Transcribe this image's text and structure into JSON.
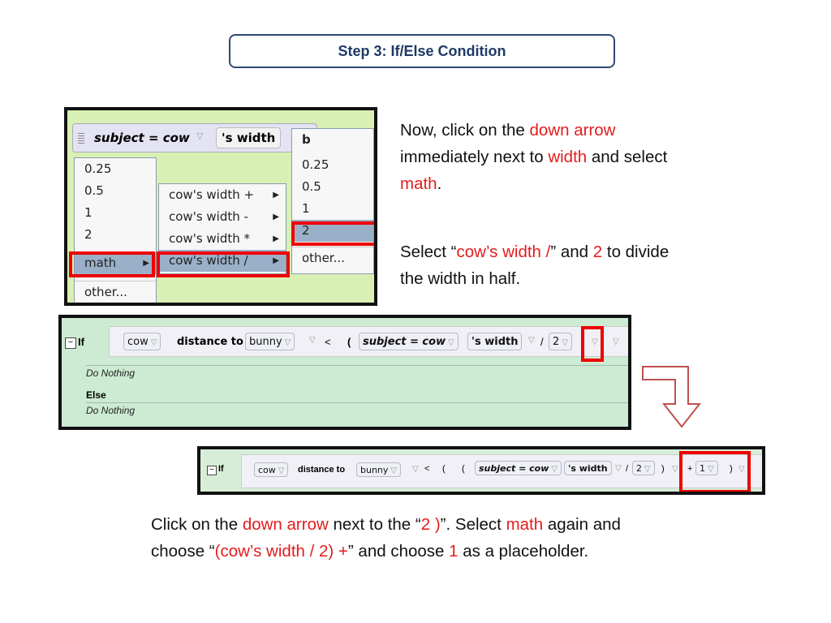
{
  "title": "Step 3: If/Else Condition",
  "para1": {
    "t1": "Now, click on the ",
    "r1": "down arrow",
    "t2": "immediately next to ",
    "r2": "width",
    "t3": " and select",
    "r3": "math",
    "t4": "."
  },
  "para2": {
    "t1": "Select “",
    "r1": "cow’s width /",
    "t2": "” and ",
    "r2": "2",
    "t3": " to divide",
    "t4": "the width in half."
  },
  "para3": {
    "t1": "Click on the ",
    "r1": "down arrow",
    "t2": " next to the “",
    "r2": "2 )",
    "t3": "”. Select ",
    "r3": "math",
    "t4": " again and",
    "t5": "choose “",
    "r4": "(cow’s width / 2) +",
    "t6": "” and choose ",
    "r5": "1",
    "t7": " as a placeholder."
  },
  "shot1": {
    "expr_subject": "subject = cow",
    "expr_width": "'s width",
    "b_label": "b",
    "menu_left": [
      "0.25",
      "0.5",
      "1",
      "2",
      "math",
      "other..."
    ],
    "menu_mid": [
      "cow's width +",
      "cow's width -",
      "cow's width *",
      "cow's width /"
    ],
    "menu_right": [
      "0.25",
      "0.5",
      "1",
      "2",
      "other..."
    ]
  },
  "shot2": {
    "if_label": "If",
    "cow": "cow",
    "distance_to": "distance to",
    "bunny": "bunny",
    "lt": "<",
    "paren": "(",
    "subject": "subject = cow",
    "width": "'s width",
    "div": "/",
    "two": "2",
    "do_nothing_1": "Do Nothing",
    "else_label": "Else",
    "do_nothing_2": "Do Nothing"
  },
  "shot3": {
    "if_label": "If",
    "cow": "cow",
    "distance_to": "distance to",
    "bunny": "bunny",
    "lt": "<",
    "paren": "(",
    "paren2": "(",
    "subject": "subject = cow",
    "width": "'s width",
    "div": "/",
    "two": "2",
    "close": ")",
    "plus": "+",
    "one": "1",
    "close2": ")"
  },
  "colors": {
    "title_border": "#2e4a73",
    "highlight": "#e41c1c",
    "block_bg": "#ccebd2"
  }
}
